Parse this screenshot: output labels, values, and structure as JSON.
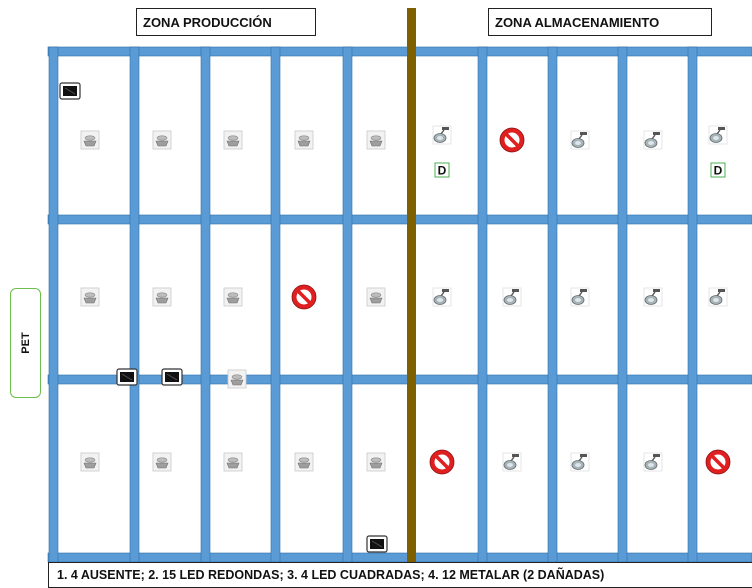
{
  "zones": {
    "production": "ZONA PRODUCCIÓN",
    "storage": "ZONA ALMACENAMIENTO"
  },
  "side_label": "PET",
  "damage_mark": "D",
  "legend": "1. 4 AUSENTE; 2. 15 LED REDONDAS; 3. 4 LED CUADRADAS; 4. 12 METALAR (2 DAÑADAS)",
  "colors": {
    "beam": "#5b9bd5",
    "divider": "#7f6000",
    "absent": "#e02020",
    "damage_border": "#4caf50"
  },
  "grid": {
    "rows": 3,
    "production_columns": 5,
    "storage_columns": 5,
    "cells": [
      [
        "led-round",
        "led-round",
        "led-round",
        "led-round",
        "led-round",
        "metal-lamp-damaged",
        "absent",
        "metal-lamp",
        "metal-lamp",
        "metal-lamp-damaged"
      ],
      [
        "led-round",
        "led-round",
        "led-round",
        "absent",
        "led-round",
        "metal-lamp",
        "metal-lamp",
        "metal-lamp",
        "metal-lamp",
        "metal-lamp"
      ],
      [
        "led-round",
        "led-round",
        "led-round",
        "led-round",
        "led-round",
        "absent",
        "metal-lamp",
        "metal-lamp",
        "metal-lamp",
        "absent"
      ]
    ]
  },
  "extra_fixtures": [
    "led-square",
    "led-square",
    "led-square",
    "led-square",
    "led-round"
  ]
}
